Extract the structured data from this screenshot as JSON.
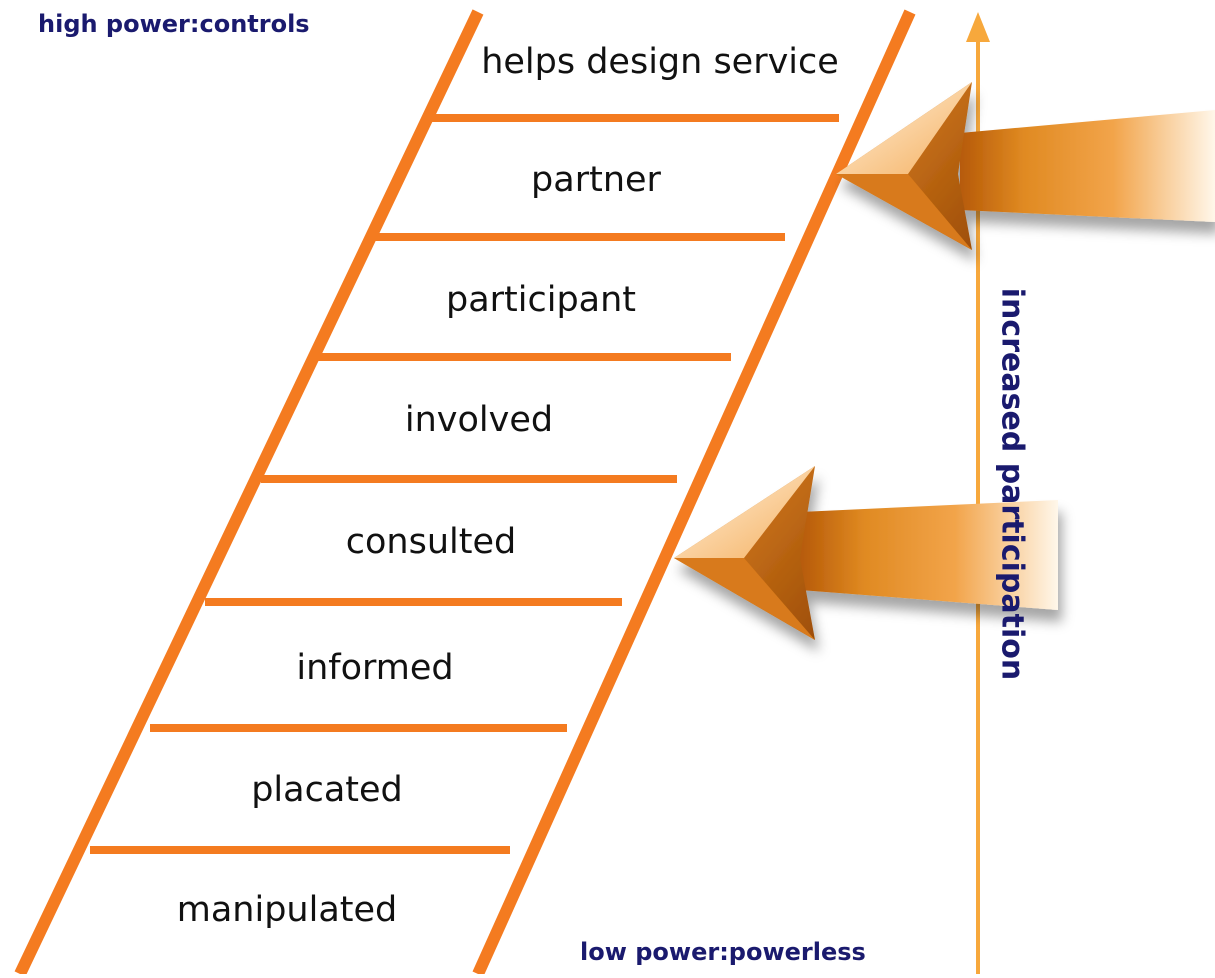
{
  "diagram": {
    "top_label": "high power:controls",
    "bottom_label": "low power:powerless",
    "axis_label": "increased participation",
    "rungs": [
      "helps design service",
      "partner",
      "participant",
      "involved",
      "consulted",
      "informed",
      "placated",
      "manipulated"
    ],
    "highlighted_rungs": [
      "partner",
      "consulted"
    ],
    "colors": {
      "ladder": "#f47b20",
      "axis": "#f7a83c",
      "label_text": "#1a1a6e",
      "arrow_dark": "#c46a10",
      "arrow_light": "#fde3c0"
    }
  }
}
